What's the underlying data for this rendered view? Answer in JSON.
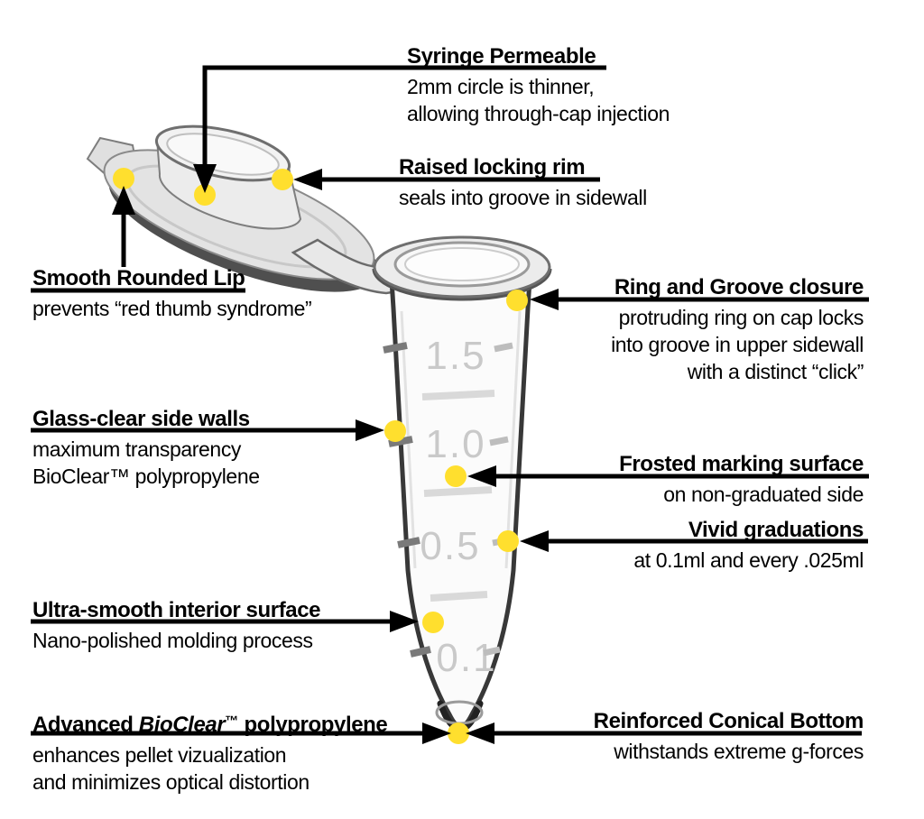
{
  "figure": {
    "background": "#ffffff",
    "accent_yellow": "#ffdf2e",
    "line_color": "#000000",
    "tube_outline_gray": "#383838",
    "graduation_gray": "#c9c9c9"
  },
  "tube": {
    "graduations": [
      "1.5",
      "1.0",
      "0.5",
      "0.1"
    ]
  },
  "annotations": [
    {
      "id": "syringe-permeable",
      "title": "Syringe Permeable",
      "desc": [
        "2mm circle is thinner,",
        "allowing through-cap injection"
      ]
    },
    {
      "id": "raised-locking-rim",
      "title": "Raised locking rim",
      "desc": [
        "seals into groove in sidewall"
      ]
    },
    {
      "id": "smooth-rounded-lip",
      "title": "Smooth Rounded Lip",
      "desc": [
        "prevents “red thumb syndrome”"
      ]
    },
    {
      "id": "ring-and-groove-closure",
      "title": "Ring and Groove closure",
      "desc": [
        "protruding ring on cap locks",
        "into groove in upper sidewall",
        "with a distinct “click”"
      ]
    },
    {
      "id": "glass-clear-side-walls",
      "title": "Glass-clear side walls",
      "desc": [
        "maximum transparency",
        "BioClear™ polypropylene"
      ]
    },
    {
      "id": "frosted-marking-surface",
      "title": "Frosted marking surface",
      "desc": [
        "on non-graduated side"
      ]
    },
    {
      "id": "vivid-graduations",
      "title": "Vivid graduations",
      "desc": [
        "at 0.1ml and every .025ml"
      ]
    },
    {
      "id": "ultra-smooth-interior-surface",
      "title": "Ultra-smooth interior surface",
      "desc": [
        "Nano-polished molding process"
      ]
    },
    {
      "id": "advanced-bioclear-polypropylene",
      "title_parts": [
        "Advanced ",
        "BioClear",
        "™",
        " polypropylene"
      ],
      "desc": [
        "enhances pellet vizualization",
        "and minimizes optical distortion"
      ]
    },
    {
      "id": "reinforced-conical-bottom",
      "title": "Reinforced Conical Bottom",
      "desc": [
        "withstands extreme g-forces"
      ]
    }
  ]
}
